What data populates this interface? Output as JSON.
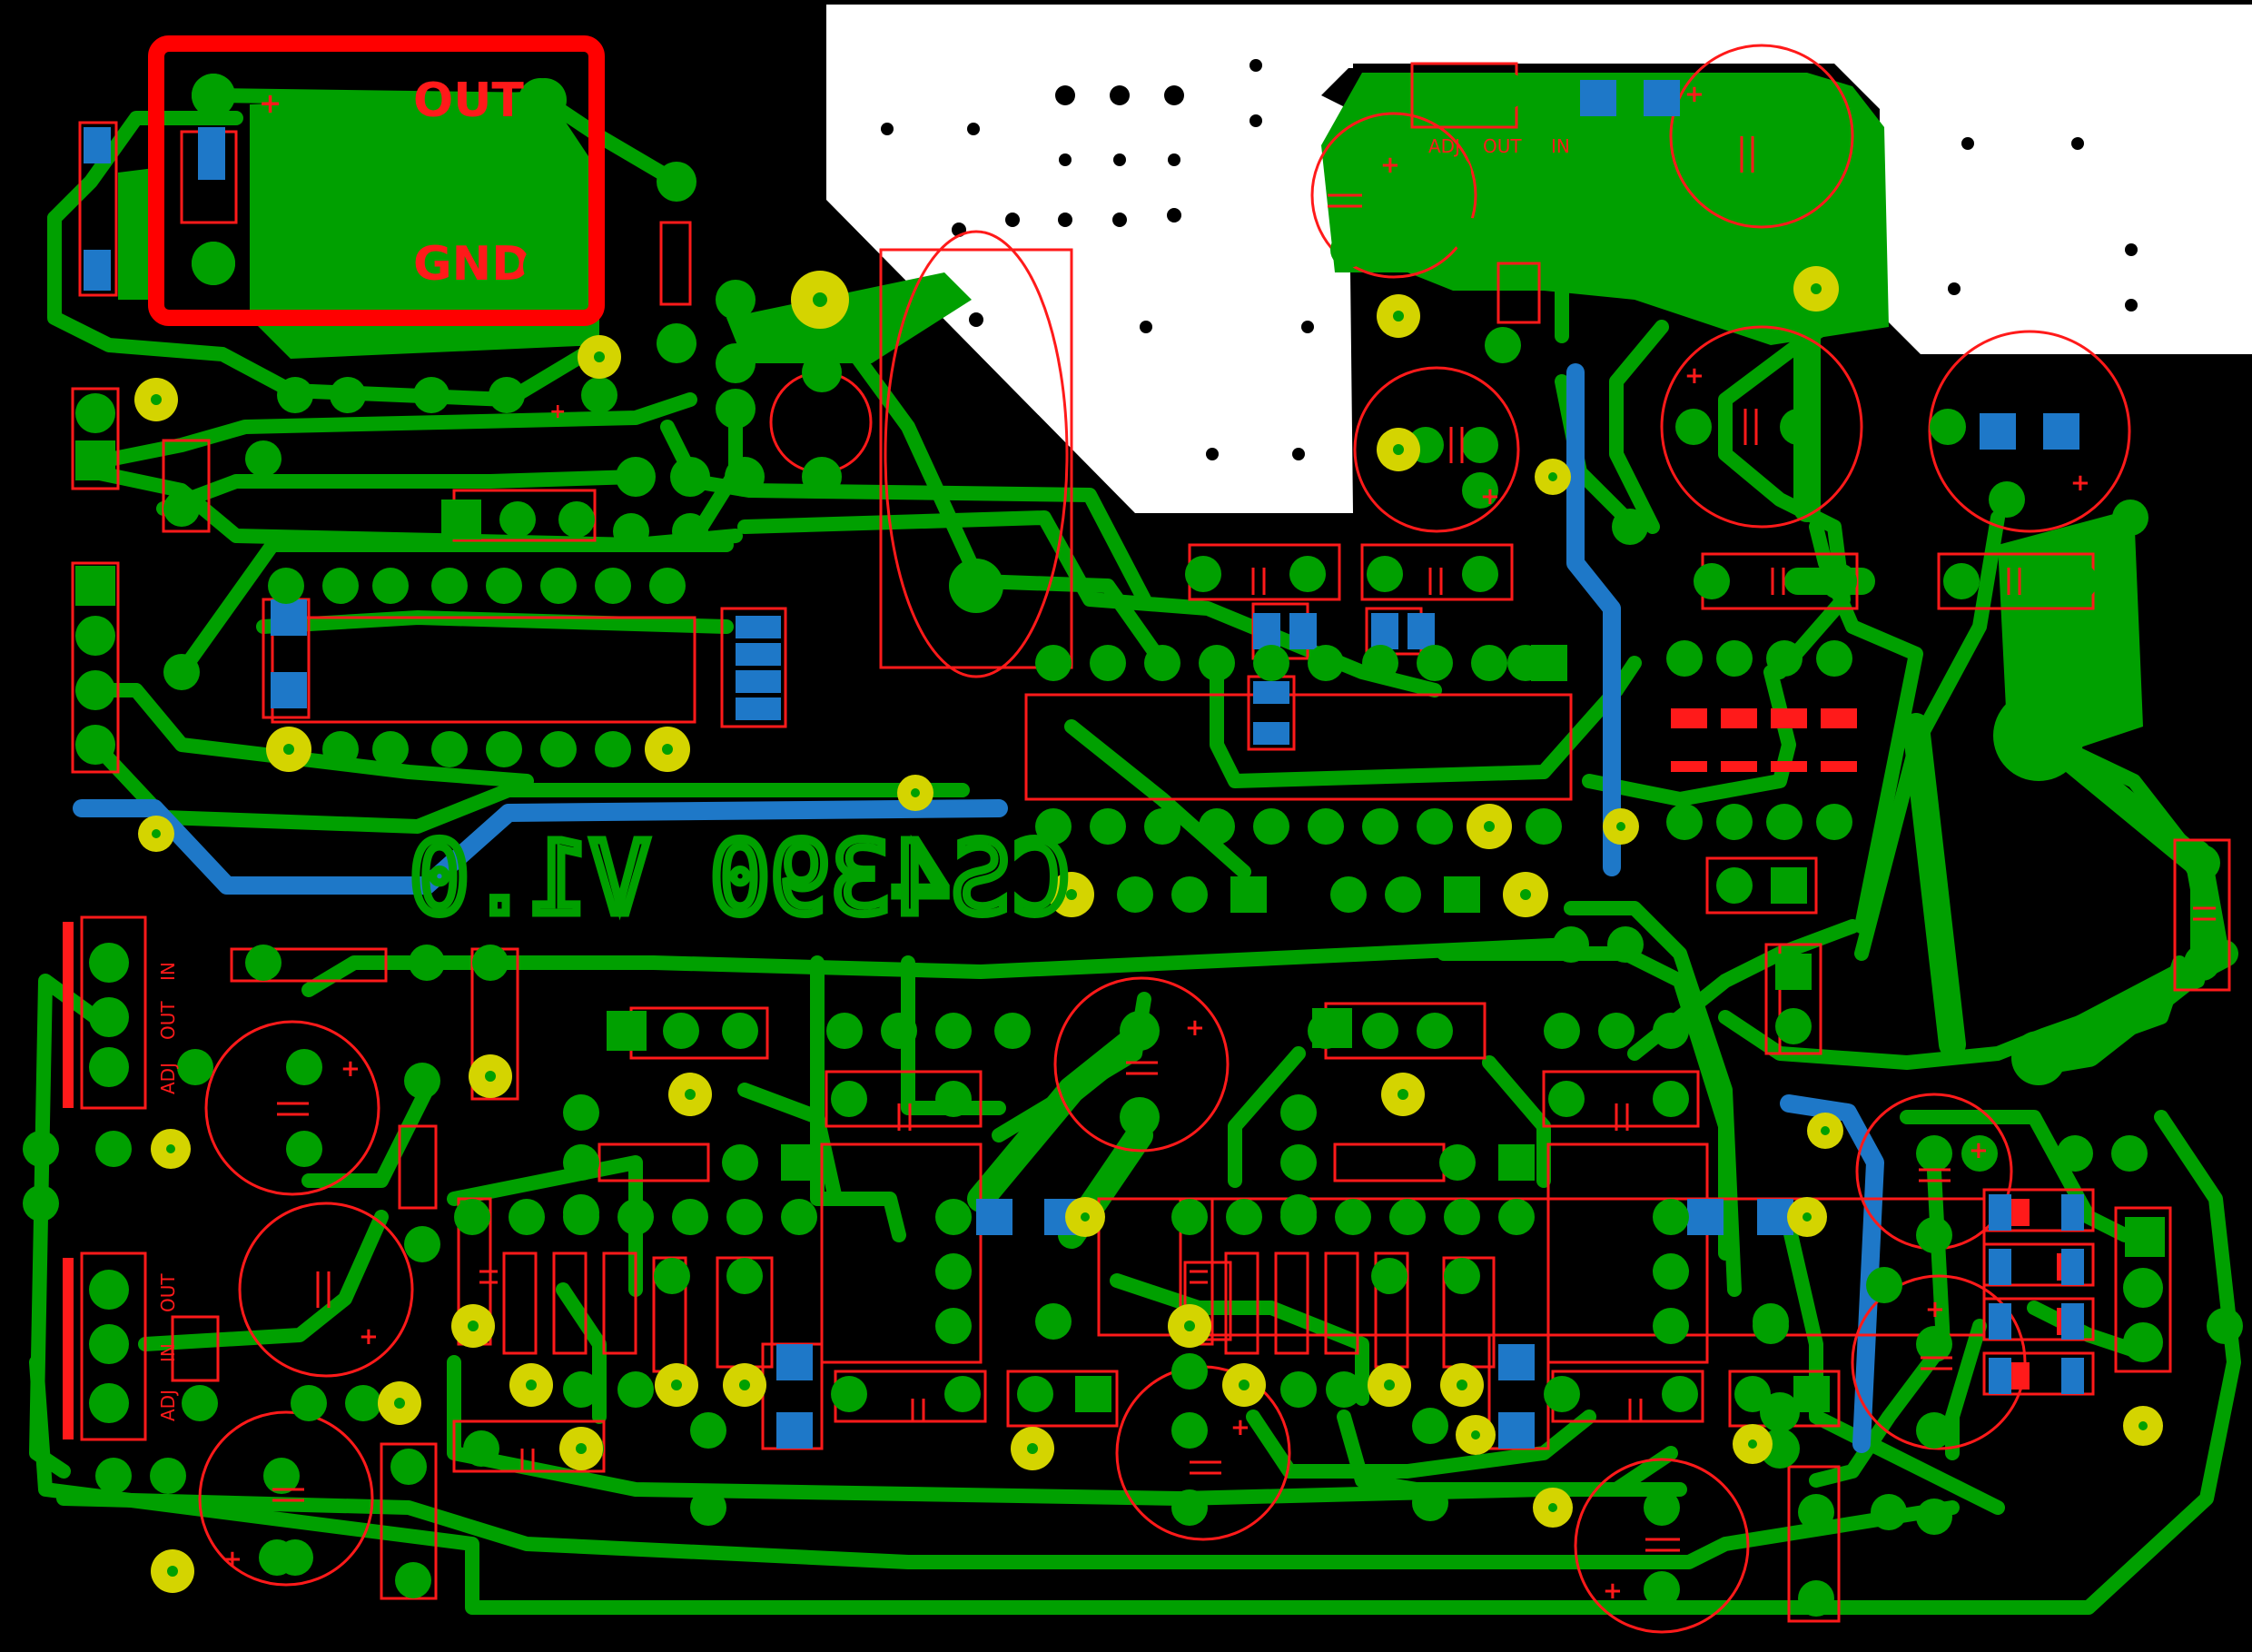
{
  "board": {
    "title": "CS4390 V1.0",
    "colors": {
      "background": "#000000",
      "copper": "#00a000",
      "silkscreen": "#ff1a1a",
      "via": "#d4d400",
      "via_hole": "#007700",
      "smd_pad": "#1e78c8",
      "white_area": "#ffffff"
    }
  },
  "regulator_box": {
    "out_label": "OUT",
    "gnd_label": "GND",
    "plus_label": "+"
  },
  "regulator_top": {
    "adj_label": "ADJ",
    "out_label": "OUT",
    "in_label": "IN"
  },
  "reg_left_a": {
    "in_label": "IN",
    "out_label": "OUT",
    "adj_label": "ADJ"
  },
  "reg_left_b": {
    "out_label": "OUT",
    "in_label": "IN",
    "adj_label": "ADJ"
  },
  "plus_sign": "+"
}
